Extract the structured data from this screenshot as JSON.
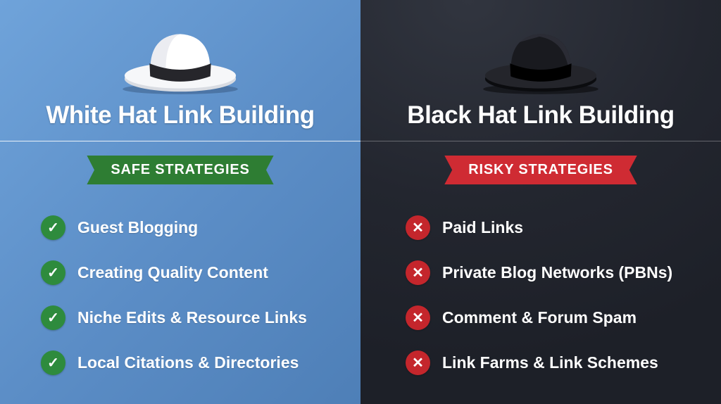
{
  "left": {
    "title": "White Hat Link Building",
    "badge": "SAFE STRATEGIES",
    "items": [
      "Guest Blogging",
      "Creating Quality Content",
      "Niche Edits & Resource Links",
      "Local Citations & Directories"
    ],
    "hat": "white-fedora",
    "colors": {
      "background": "#5b8dc6",
      "badge": "#2e7d33",
      "bullet": "#2e8b3d"
    }
  },
  "right": {
    "title": "Black Hat Link Building",
    "badge": "RISKY STRATEGIES",
    "items": [
      "Paid Links",
      "Private Blog Networks (PBNs)",
      "Comment & Forum Spam",
      "Link Farms & Link Schemes"
    ],
    "hat": "black-fedora",
    "colors": {
      "background": "#23262f",
      "badge": "#cf2b33",
      "bullet": "#c4262c"
    }
  },
  "icons": {
    "check": "✓",
    "cross": "✕"
  }
}
